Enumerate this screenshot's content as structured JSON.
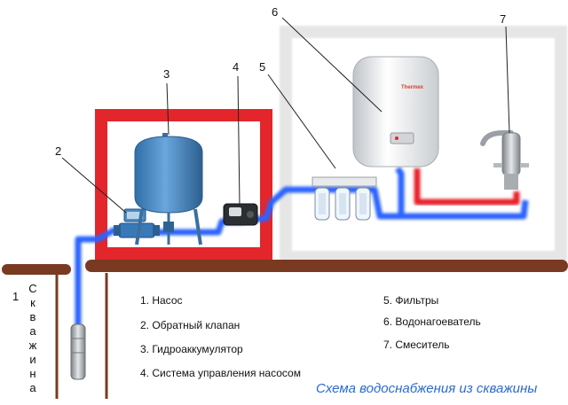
{
  "markers": {
    "n1": "1",
    "n2": "2",
    "n3": "3",
    "n4": "4",
    "n5": "5",
    "n6": "6",
    "n7": "7"
  },
  "well_label": [
    "С",
    "к",
    "в",
    "а",
    "ж",
    "и",
    "н",
    "а"
  ],
  "legend_left": [
    "1. Насос",
    "2. Обратный клапан",
    "3. Гидроаккумулятор",
    "4. Система управления насосом"
  ],
  "legend_right": [
    "5. Фильтры",
    "6. Водонагоеватель",
    "7. Смеситель"
  ],
  "caption": "Схема водоснабжения из скважины",
  "heater_brand": "Thermex",
  "colors": {
    "cold_pipe": "#2a63ff",
    "hot_pipe": "#e8222a",
    "red_room": "#e3262b",
    "house_wall": "#e6e6e6",
    "ground": "#7a3a22",
    "tank": "#4d8fc9"
  }
}
